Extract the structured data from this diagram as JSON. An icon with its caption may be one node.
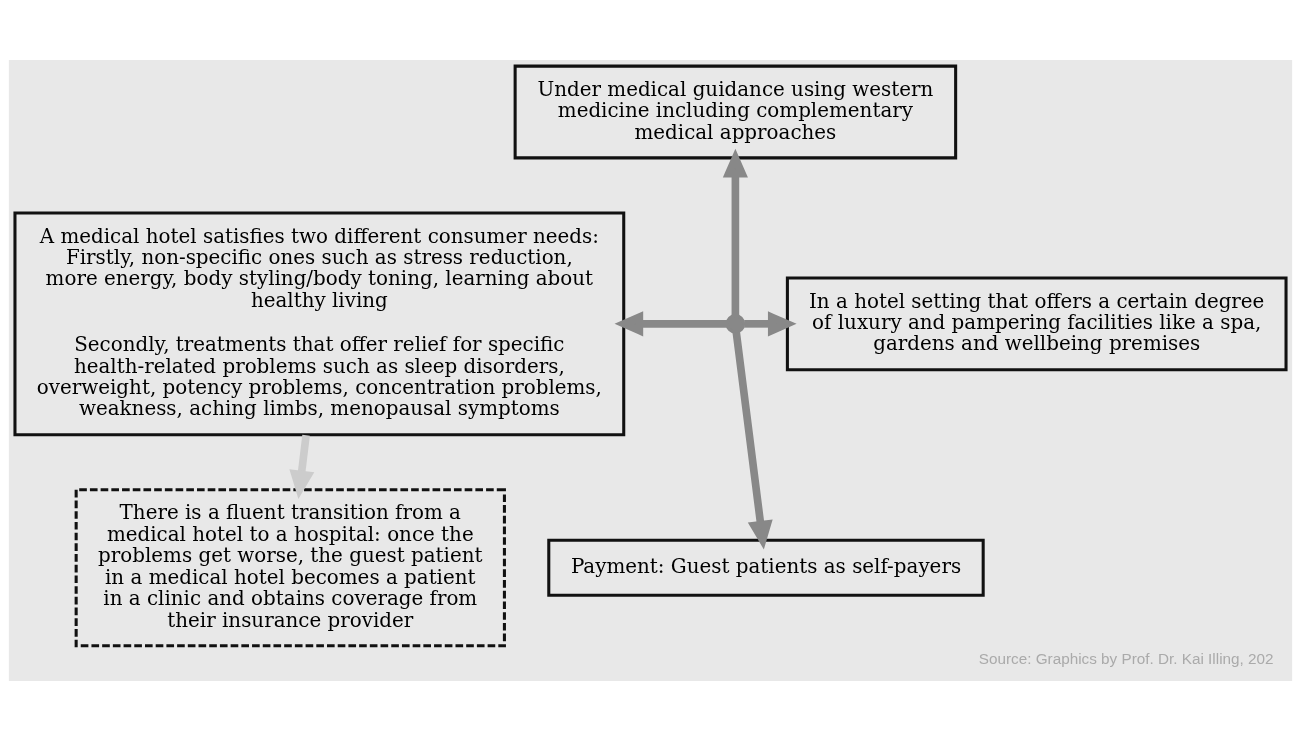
{
  "diagram": {
    "caption": "Source: Graphics by Prof. Dr. Kai Illing, 202",
    "nodes": [
      {
        "text": [
          "A medical hotel satisfies two different consumer needs: Firstly, non-specific ones such as stress reduction, more energy, body styling/body toning, learning about healthy living",
          "Secondly, treatments that offer relief for specific health-related problems such as sleep disorders, overweight, potency problems, concentration problems, weakness, aching limbs, menopausal symptoms"
        ]
      },
      {
        "text": [
          "Under medical guidance using western medicine including complementary medical approaches"
        ]
      },
      {
        "text": [
          "In a hotel setting that offers a certain degree of luxury and pampering facilities like a spa, gardens and wellbeing premises"
        ]
      },
      {
        "text": [
          "Payment: Guest patients as self-payers"
        ]
      },
      {
        "text": [
          "There is a fluent transition from a medical hotel to a hospital: once the problems get worse, the guest patient in a medical hotel becomes a patient in a clinic and obtains coverage from their insurance provider"
        ]
      },
      {
        "text": [],
        "shape": "point"
      }
    ],
    "edges": [
      {
        "from": 5,
        "to": 0,
        "arrow": "to"
      },
      {
        "from": 5,
        "to": 1,
        "arrow": "to"
      },
      {
        "from": 5,
        "to": 2,
        "arrow": "to"
      },
      {
        "from": 5,
        "to": 3,
        "arrow": "to"
      },
      {
        "from": 0,
        "to": 4,
        "arrow": "to",
        "color": "#cccccc"
      }
    ]
  }
}
